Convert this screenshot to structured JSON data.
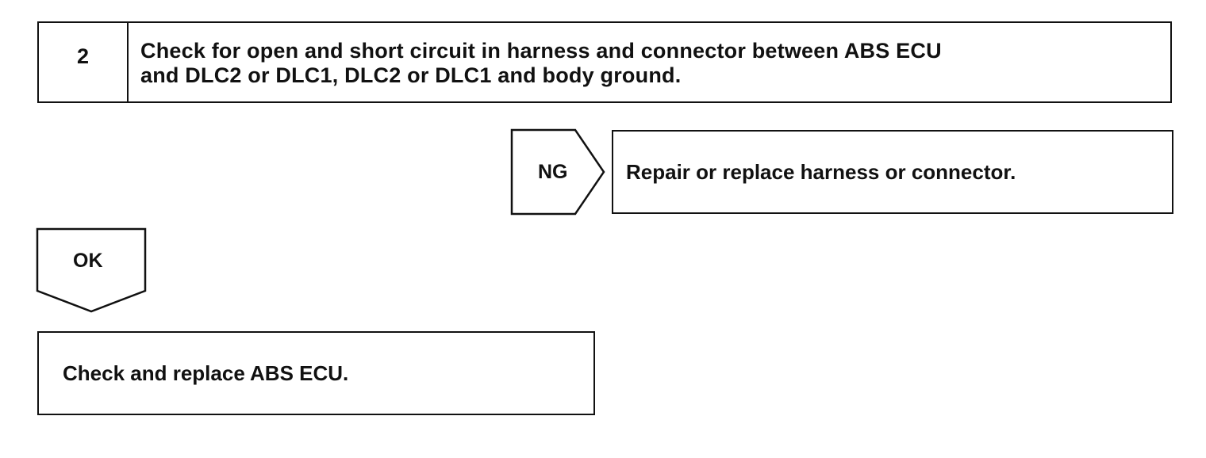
{
  "step": {
    "number": "2",
    "text_line1": "Check for open and short circuit in harness and connector between ABS ECU",
    "text_line2": "and DLC2 or DLC1, DLC2 or DLC1 and body ground."
  },
  "ng_branch": {
    "tag": "NG",
    "result": "Repair or replace harness or connector."
  },
  "ok_branch": {
    "tag": "OK",
    "result": "Check and replace ABS ECU."
  }
}
